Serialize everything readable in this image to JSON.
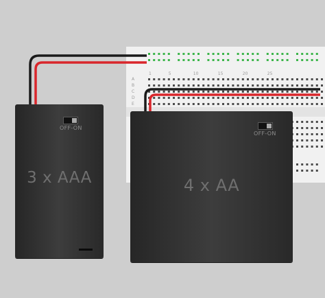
{
  "colors": {
    "background": "#cecece",
    "breadboard": "#f1f1f1",
    "power_rail_hole": "#3cb54a",
    "hole": "#4a4a4a",
    "wire_red": "#d9262b",
    "wire_black": "#1a1a1a",
    "battery_body": "#333333"
  },
  "breadboard": {
    "column_numbers": [
      "1",
      "5",
      "10",
      "15",
      "20",
      "25"
    ],
    "row_letters": [
      "A",
      "B",
      "C",
      "D",
      "E"
    ]
  },
  "battery_aaa": {
    "label": "3 x AAA",
    "switch_label": "OFF-ON"
  },
  "battery_aa": {
    "label": "4 x AA",
    "switch_label": "OFF-ON"
  }
}
